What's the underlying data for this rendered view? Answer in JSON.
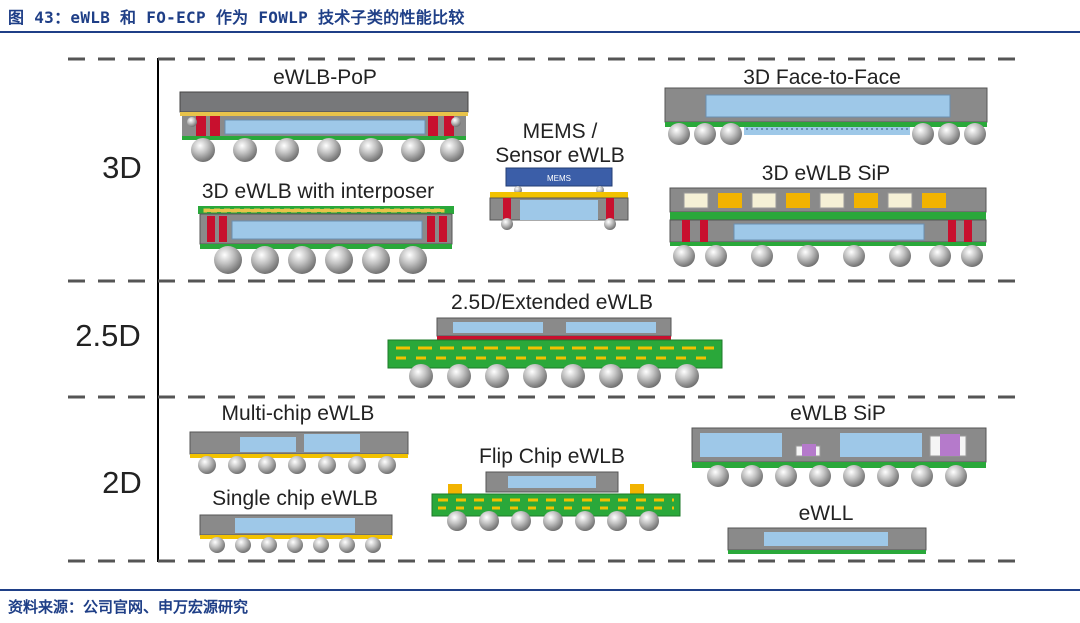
{
  "figure_title": "图 43：eWLB 和 FO-ECP 作为 FOWLP 技术子类的性能比较",
  "source": "资料来源：公司官网、申万宏源研究",
  "levels": [
    "3D",
    "2.5D",
    "2D"
  ],
  "packages": {
    "ewlb_pop": "eWLB-PoP",
    "ewlb_interposer": "3D eWLB with interposer",
    "mems": "MEMS /",
    "mems2": "Sensor eWLB",
    "mems_chip": "MEMS",
    "f2f": "3D Face-to-Face",
    "ewlb_sip_3d": "3D eWLB SiP",
    "ext": "2.5D/Extended eWLB",
    "multichip": "Multi-chip eWLB",
    "single": "Single chip eWLB",
    "flipchip": "Flip Chip eWLB",
    "ewlb_sip": "eWLB SiP",
    "ewll": "eWLL"
  },
  "colors": {
    "accent": "#1f3f87",
    "mold": "#77787a",
    "die": "#9ec8e8",
    "rdl": "#f2c200",
    "substrate": "#2aa83a",
    "via": "#c8102e",
    "ball": "#b4b4b4"
  }
}
